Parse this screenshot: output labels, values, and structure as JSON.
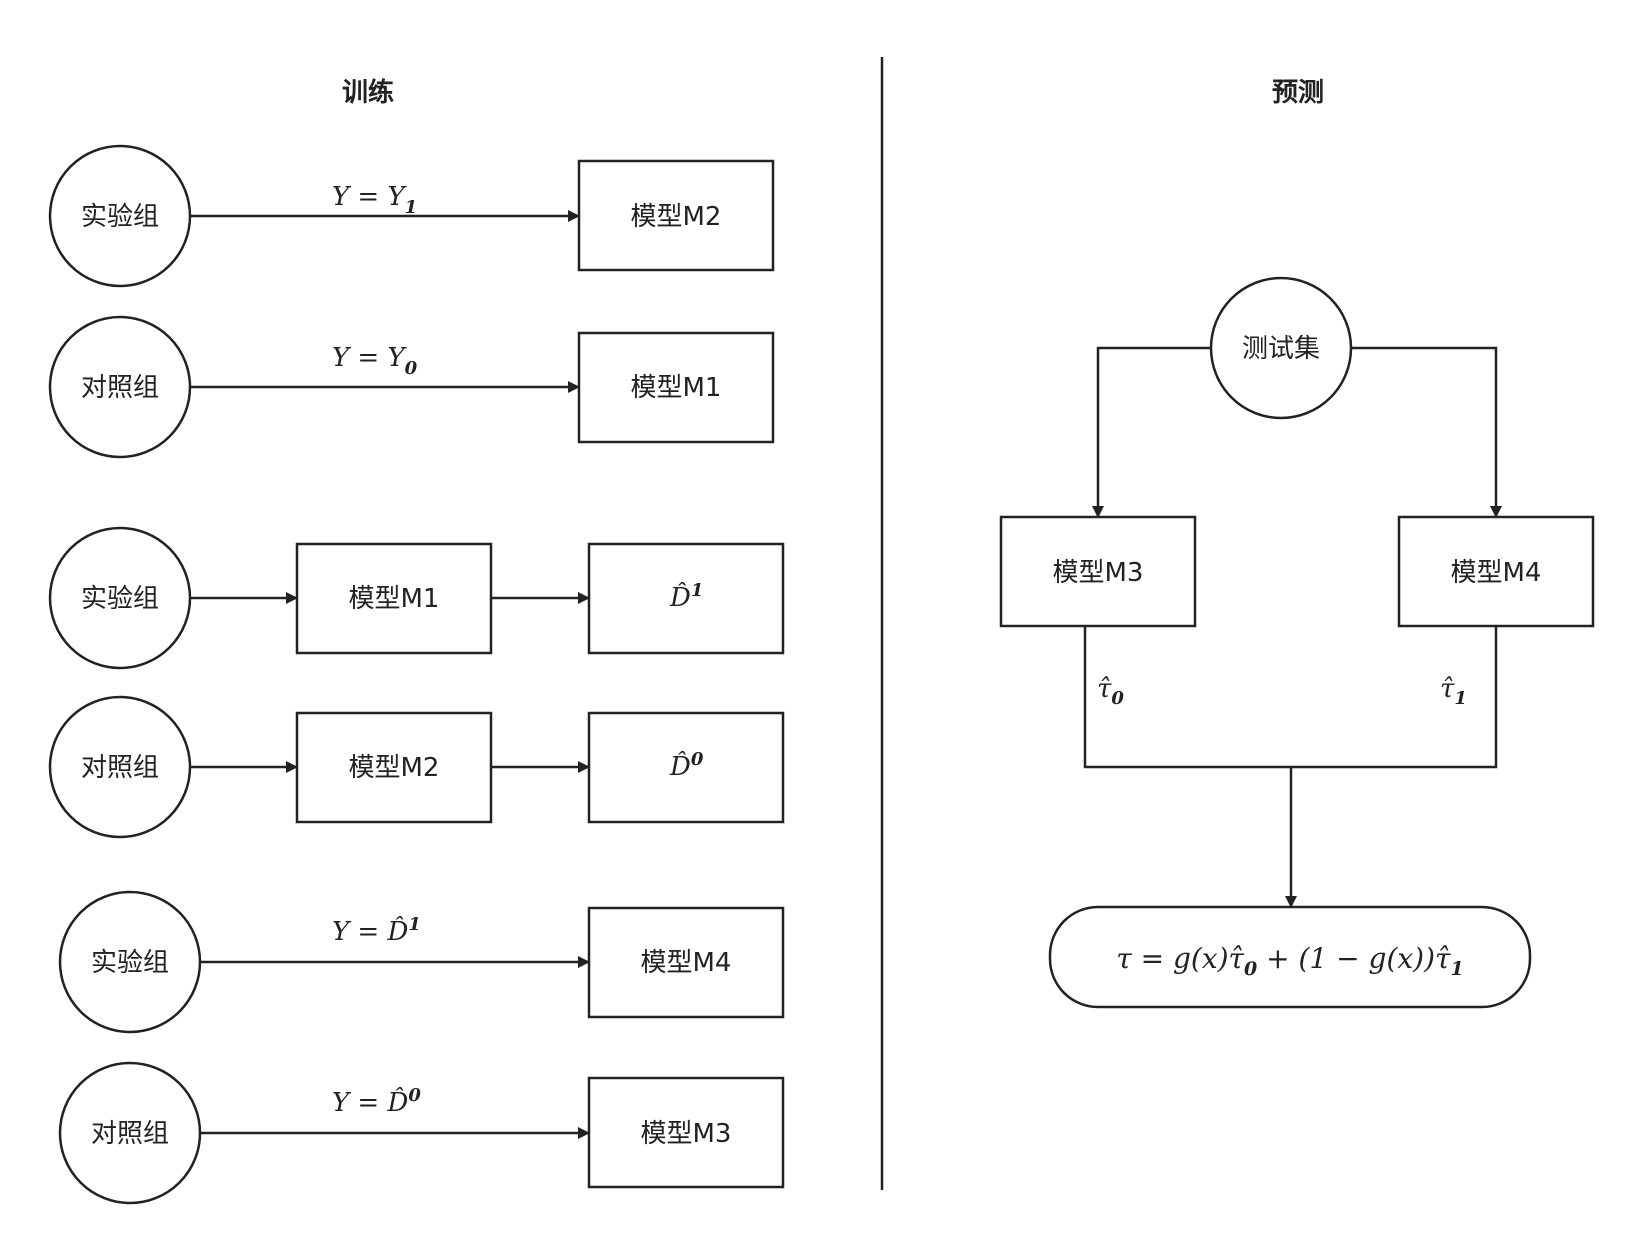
{
  "headings": {
    "training": "训练",
    "prediction": "预测"
  },
  "train": {
    "row1": {
      "source": "实验组",
      "edge": "Y = Y",
      "edge_sub": "1",
      "target": "模型M2"
    },
    "row2": {
      "source": "对照组",
      "edge": "Y = Y",
      "edge_sub": "0",
      "target": "模型M1"
    },
    "row3": {
      "source": "实验组",
      "model": "模型M1",
      "output": "D̂",
      "output_sup": "1"
    },
    "row4": {
      "source": "对照组",
      "model": "模型M2",
      "output": "D̂",
      "output_sup": "0"
    },
    "row5": {
      "source": "实验组",
      "edge": "Y = D̂",
      "edge_sup": "1",
      "target": "模型M4"
    },
    "row6": {
      "source": "对照组",
      "edge": "Y = D̂",
      "edge_sup": "0",
      "target": "模型M3"
    }
  },
  "predict": {
    "source": "测试集",
    "left_model": "模型M3",
    "right_model": "模型M4",
    "left_edge": "τ̂",
    "left_edge_sub": "0",
    "right_edge": "τ̂",
    "right_edge_sub": "1",
    "formula": {
      "p1": "τ = g(x)τ̂",
      "s1": "0",
      "p2": " + (1 − g(x))τ̂",
      "s2": "1"
    }
  }
}
